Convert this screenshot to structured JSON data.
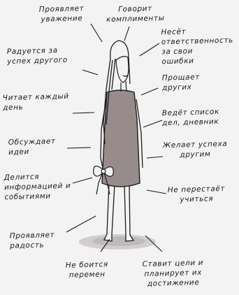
{
  "labels": {
    "respect": "Проявляет\nуважение",
    "compliments": "Говорит\nкомплименты",
    "responsibility": "Несёт\nответственность\nза свои\nошибки",
    "others_success": "Радуется за\nуспех другого",
    "forgives": "Прощает\nдругих",
    "reads": "Читает каждый\nдень",
    "list": "Ведёт список\nдел, дневник",
    "discusses": "Обсуждает\nидеи",
    "wishes": "Желает успеха\nдругим",
    "shares": "Делится\nинформацией и\nсобытиями",
    "learning": "Не перестаёт\nучиться",
    "joy": "Проявляет\nрадость",
    "change": "Не боится\nперемен",
    "goals": "Ставит цели и\nпланирует их\nдостижение"
  },
  "colors": {
    "ink": "#1b1b1b",
    "dress": "#9a8e8e",
    "paper": "#f3f3f3"
  }
}
